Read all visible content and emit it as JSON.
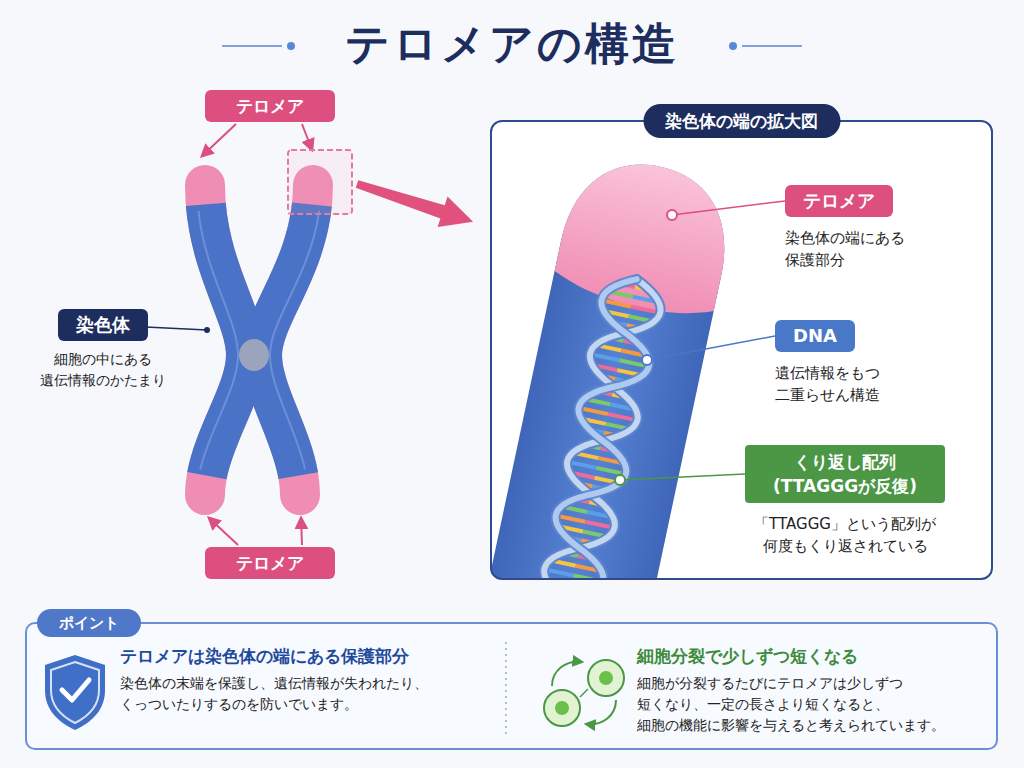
{
  "diagram": {
    "title": "テロメアの構造",
    "nodes": [
      {
        "text": [
          "テロメア"
        ]
      },
      {
        "text": [
          "テロメア"
        ]
      },
      {
        "text": [
          "染色体",
          "細胞の中にある 遺伝情報のかたまり"
        ]
      },
      {
        "text": [
          "染色体の端の拡大図"
        ]
      },
      {
        "text": [
          "テロメア",
          "染色体の端にある 保護部分"
        ],
        "in": 3
      },
      {
        "text": [
          "DNA",
          "遺伝情報をもつ 二重らせん構造"
        ],
        "in": 3
      },
      {
        "text": [
          "くり返し配列 (TTAGGGが反復)",
          "「TTAGGG」という配列が 何度もくり返されている"
        ],
        "in": 3
      },
      {
        "text": [
          "ポイント"
        ]
      },
      {
        "text": [
          "テロメアは染色体の端にある保護部分",
          "染色体の末端を保護し、遺伝情報が失われたり、 くっついたりするのを防いでいます。"
        ],
        "in": 7
      },
      {
        "text": [
          "細胞分裂で少しずつ短くなる",
          "細胞が分裂するたびにテロメアは少しずつ 短くなり、一定の長さより短くなると、 細胞の機能に影響を与えると考えられています。"
        ],
        "in": 7
      }
    ]
  }
}
